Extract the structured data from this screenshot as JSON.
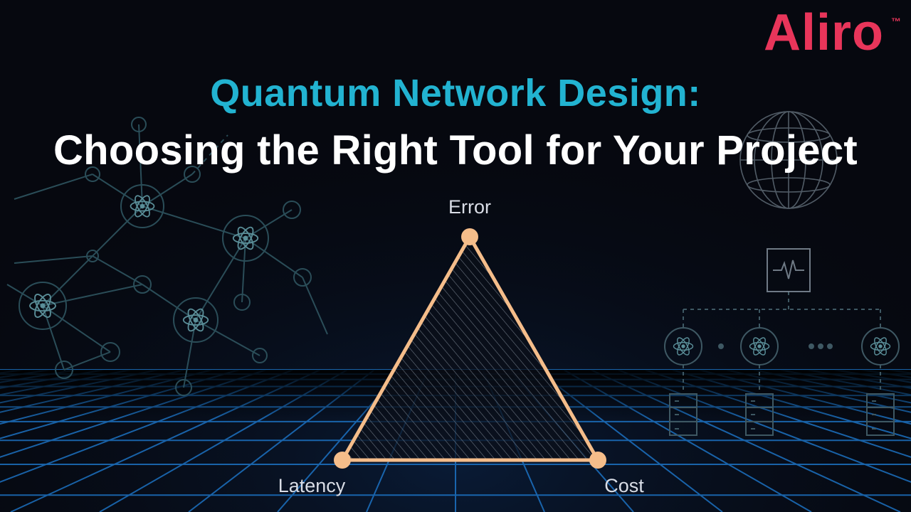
{
  "title": {
    "line1": "Quantum Network Design:",
    "line2": "Choosing the Right Tool for Your Project"
  },
  "brand": {
    "logo_text": "Aliro",
    "trademark": "™"
  },
  "triangle": {
    "top_label": "Error",
    "left_label": "Latency",
    "right_label": "Cost"
  },
  "colors": {
    "title_accent": "#22b3d1",
    "title_main": "#ffffff",
    "brand": "#e8355a",
    "triangle": "#f5bd8a",
    "grid": "#1f7fd8",
    "network": "#3f6d78"
  },
  "icons": [
    "atom-icon",
    "globe-icon",
    "waveform-monitor-icon",
    "server-icon"
  ]
}
